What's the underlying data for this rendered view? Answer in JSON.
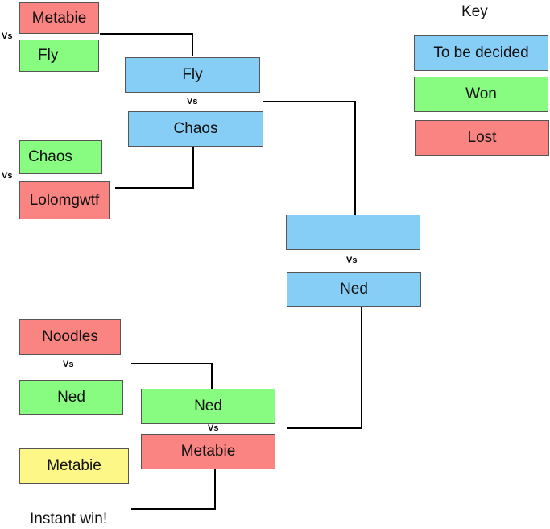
{
  "colors": {
    "tbd": "#87cef7",
    "won": "#87fc80",
    "lost": "#fa8482",
    "bye": "#fdf787"
  },
  "vs_label": "Vs",
  "key": {
    "title": "Key",
    "tbd": "To be decided",
    "won": "Won",
    "lost": "Lost"
  },
  "round1": {
    "match1": {
      "team1": "Metabie",
      "team2": "Fly"
    },
    "match2": {
      "team1": "Chaos",
      "team2": "Lolomgwtf"
    },
    "match3": {
      "team1": "Noodles",
      "team2": "Ned"
    },
    "bye": {
      "team": "Metabie",
      "note": "Instant win!"
    }
  },
  "round2": {
    "match1": {
      "team1": "Fly",
      "team2": "Chaos"
    },
    "match2": {
      "team1": "Ned",
      "team2": "Metabie"
    }
  },
  "round3": {
    "match1": {
      "team1": "",
      "team2": "Ned"
    }
  }
}
